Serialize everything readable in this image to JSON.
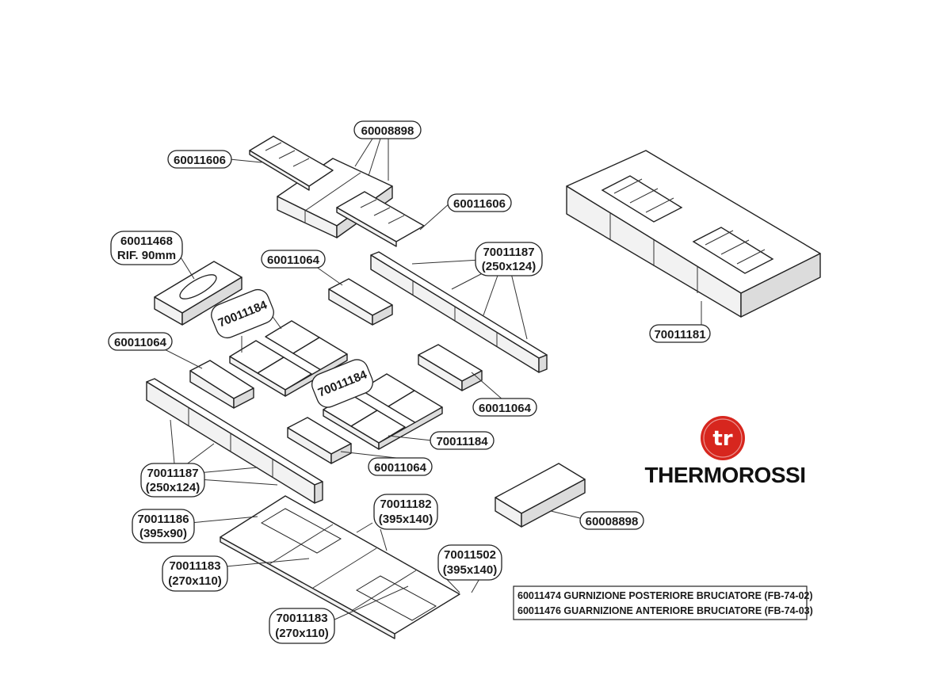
{
  "labels": {
    "p_60008898_top": "60008898",
    "p_60011606_left": "60011606",
    "p_60011606_right": "60011606",
    "p_60011468_l1": "60011468",
    "p_60011468_l2": "RIF. 90mm",
    "p_60011064_a": "60011064",
    "p_70011187_top_l1": "70011187",
    "p_70011187_top_l2": "(250x124)",
    "p_70011184_a": "70011184",
    "p_60011064_b": "60011064",
    "p_60011064_c": "60011064",
    "p_70011184_b": "70011184",
    "p_70011184_c": "70011184",
    "p_60011064_d": "60011064",
    "p_70011181": "70011181",
    "p_70011187_bot_l1": "70011187",
    "p_70011187_bot_l2": "(250x124)",
    "p_70011186_l1": "70011186",
    "p_70011186_l2": "(395x90)",
    "p_70011182_l1": "70011182",
    "p_70011182_l2": "(395x140)",
    "p_70011183_a_l1": "70011183",
    "p_70011183_a_l2": "(270x110)",
    "p_70011502_l1": "70011502",
    "p_70011502_l2": "(395x140)",
    "p_70011183_b_l1": "70011183",
    "p_70011183_b_l2": "(270x110)",
    "p_60008898_bot": "60008898"
  },
  "notes": {
    "line1": "60011474 GURNIZIONE POSTERIORE BRUCIATORE (FB-74-02)",
    "line2": "60011476 GUARNIZIONE ANTERIORE BRUCIATORE (FB-74-03)"
  },
  "brand": {
    "logo_text": "tr",
    "name": "THERMOROSSI",
    "logo_color": "#d7261e"
  }
}
